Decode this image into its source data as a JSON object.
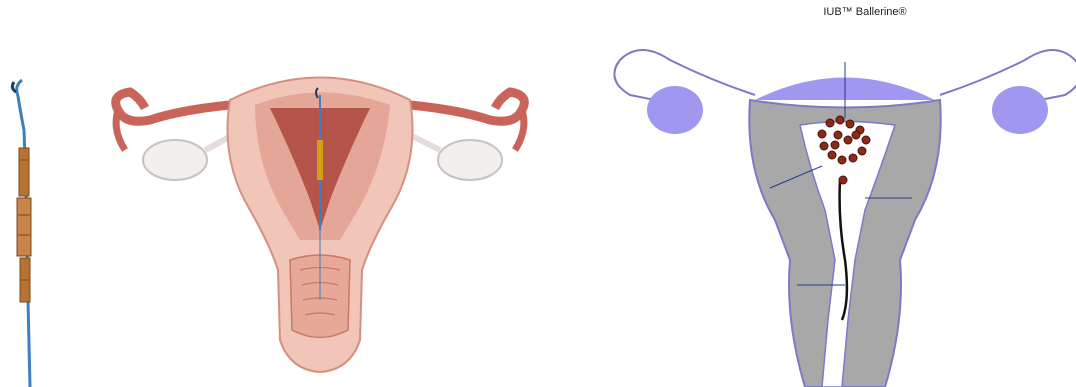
{
  "right_panel": {
    "title": "IUB™ Ballerine®"
  },
  "colors": {
    "copper": "#b87333",
    "device_blue": "#3f7fbf",
    "uterus_pink": "#e8a898",
    "uterus_dark": "#b5544a",
    "diagram_gray": "#a8a8a8",
    "ovary_purple": "#9f97f0",
    "outline_navy": "#2b3a8c",
    "bead_red": "#8a2a1a"
  },
  "icons": {
    "left_device": "copper-iud-device-icon",
    "left_uterus": "uterus-anatomy-illustration",
    "right_diagram": "iub-ballerine-schematic"
  }
}
